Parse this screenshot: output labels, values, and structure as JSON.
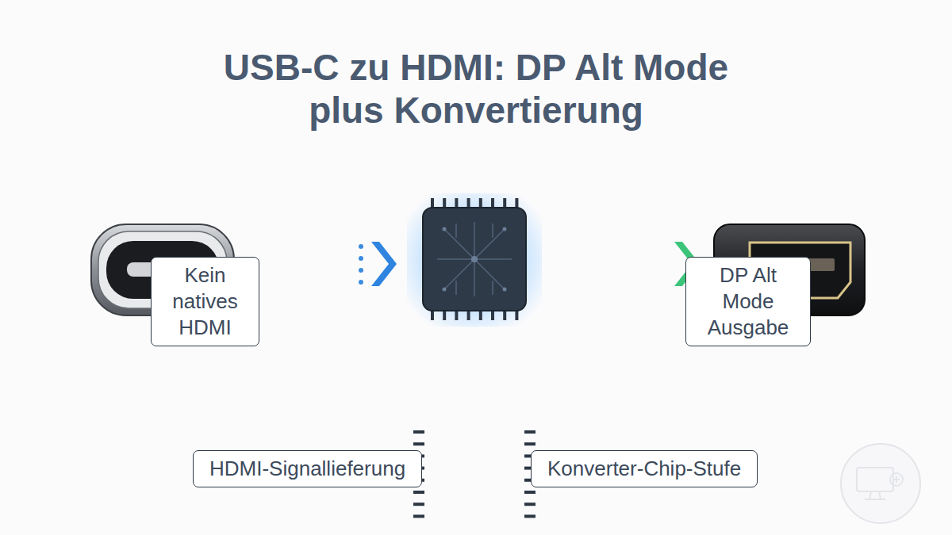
{
  "diagram": {
    "title": "USB-C zu HDMI: DP Alt Mode plus Konvertierung",
    "nodes": [
      {
        "text": [
          "Kein natives HDMI"
        ]
      },
      {
        "text": [
          "DP Alt Mode Ausgabe"
        ]
      },
      {
        "text": [
          "HDMI-Signallieferung"
        ]
      },
      {
        "text": [
          "Konverter-Chip-Stufe"
        ]
      }
    ]
  }
}
